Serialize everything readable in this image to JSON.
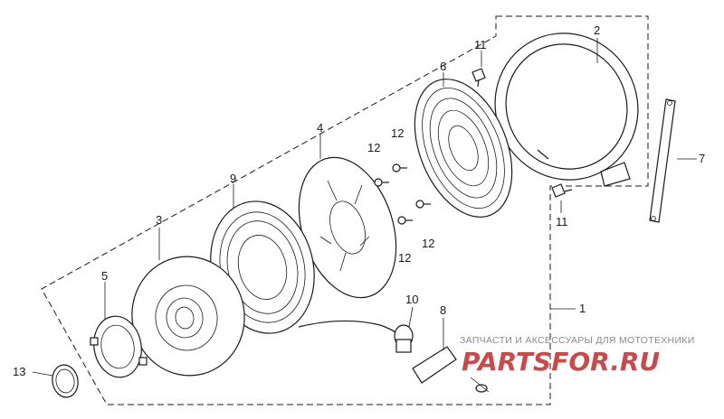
{
  "diagram": {
    "callouts": {
      "c1": "1",
      "c2": "2",
      "c3": "3",
      "c4": "4",
      "c5": "5",
      "c6": "6",
      "c7": "7",
      "c8": "8",
      "c9": "9",
      "c10": "10",
      "c11a": "11",
      "c11b": "11",
      "c12a": "12",
      "c12b": "12",
      "c12c": "12",
      "c12d": "12",
      "c13": "13"
    },
    "watermark": {
      "caption": "ЗАПЧАСТИ И АКСЕССУАРЫ ДЛЯ МОТОТЕХНИКИ",
      "logo": "PARTSFOR.RU"
    },
    "colors": {
      "ink": "#1a1a1a",
      "watermark_logo": "#c84a4a",
      "watermark_text": "#8a8a8a",
      "background": "#ffffff"
    }
  }
}
